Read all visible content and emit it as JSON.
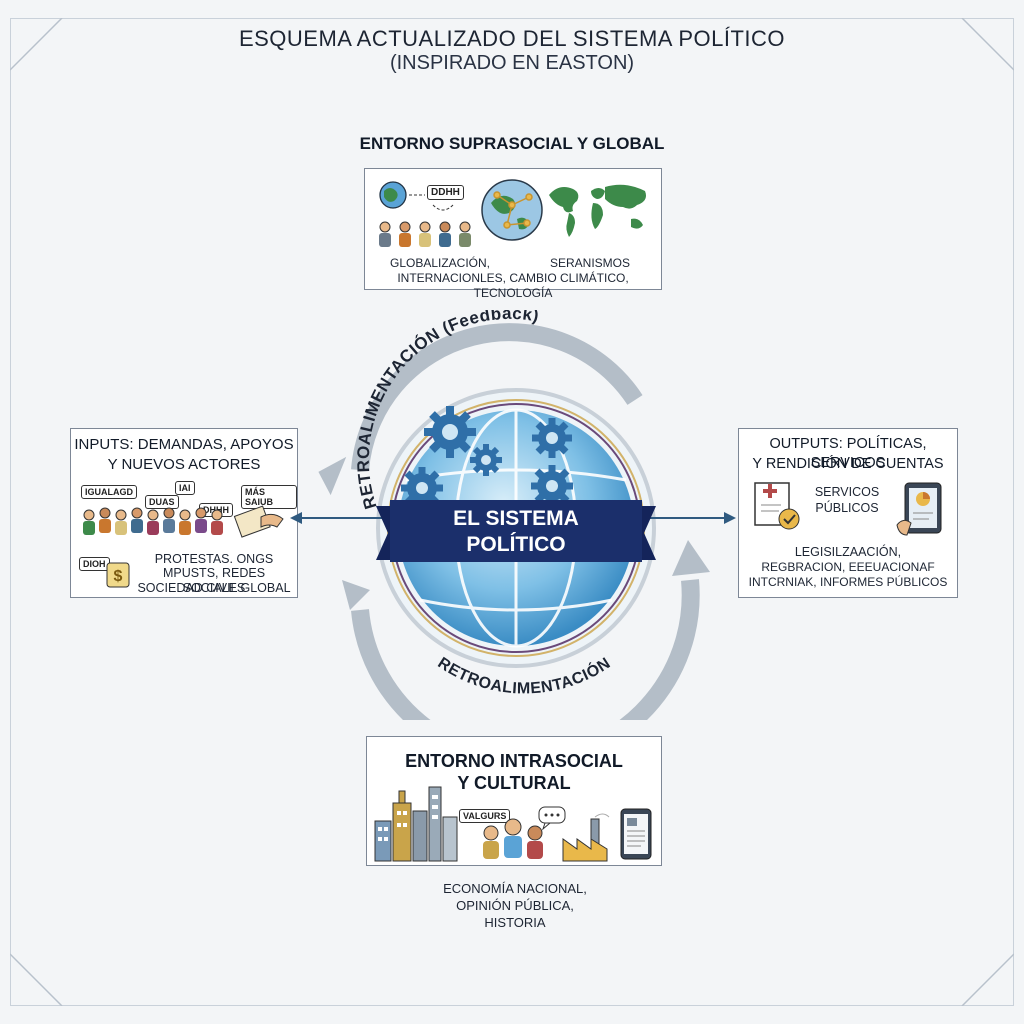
{
  "header": {
    "title": "ESQUEMA ACTUALIZADO DEL SISTEMA POLÍTICO",
    "subtitle": "(INSPIRADO EN EASTON)"
  },
  "top_env": {
    "label": "ENTORNO SUPRASOCIAL Y GLOBAL",
    "bubble": "DDHH",
    "line1_left": "GLOBALIZACIÓN,",
    "line1_right": "SERANISMOS",
    "line2": "INTERNACIONLES, CAMBIO CLIMÁTICO, TECNOLOGÍA"
  },
  "inputs": {
    "title_line1": "INPUTS: DEMANDAS, APOYOS",
    "title_line2": "Y NUEVOS ACTORES",
    "bubbles": [
      "IGUALAGD",
      "DUAS",
      "IAI",
      "MÁS SAIUB",
      "DHHH",
      "DIOH"
    ],
    "text_line1": "PROTESTAS.   ONGS",
    "text_line2": "MPUSTS, REDES SOCIALES",
    "text_line3": "SOCIEDAD CIVIL GLOBAL"
  },
  "outputs": {
    "title_line1": "OUTPUTS: POLÍTICAS, SERVICOS",
    "title_line2": "Y RENDICIÓN DE CUENTAS",
    "services_line1": "SERVICOS",
    "services_line2": "PÚBLICOS",
    "text_line1": "LEGISILZAACIÓN,",
    "text_line2": "REGBRACION, EEEUACIONAF",
    "text_line3": "INTCRNIAK, INFORMES PÚBLICOS"
  },
  "center": {
    "banner_line1": "EL SISTEMA",
    "banner_line2": "POLÍTICO"
  },
  "feedback": {
    "top_label": "RETROALIMENTACIÓN (Feedback)",
    "bottom_label": "RETROALIMENTACIÓN"
  },
  "bottom_env": {
    "label_line1": "ENTORNO INTRASOCIAL",
    "label_line2": "Y CULTURAL",
    "bubble": "VALGURS",
    "text_line1": "ECONOMÍA NACIONAL,",
    "text_line2": "OPINIÓN PÚBLICA,",
    "text_line3": "HISTORIA"
  },
  "colors": {
    "banner": "#1b2f6b",
    "globe": "#6fb8e0",
    "gear": "#2f6fa8",
    "arrow": "#b4bec8",
    "map": "#3d8a4a"
  }
}
